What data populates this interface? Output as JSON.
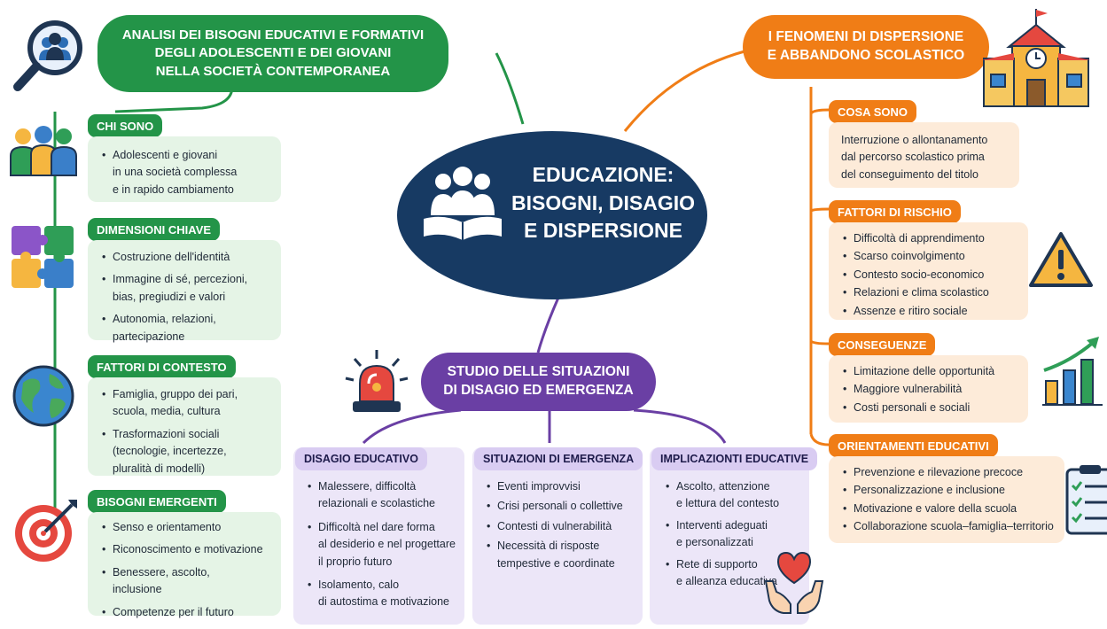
{
  "center": {
    "title": "EDUCAZIONE:\nBISOGNI, DISAGIO\nE DISPERSIONE"
  },
  "left": {
    "header": "ANALISI DEI BISOGNI EDUCATIVI E FORMATIVI\nDEGLI ADOLESCENTI E DEI GIOVANI\nNELLA SOCIETÀ CONTEMPORANEA",
    "sections": [
      {
        "title": "CHI SONO",
        "items": [
          "Adolescenti e giovani\nin una società complessa\ne in rapido cambiamento"
        ]
      },
      {
        "title": "DIMENSIONI CHIAVE",
        "items": [
          "Costruzione dell'identità",
          "Immagine di sé, percezioni,\nbias, pregiudizi e valori",
          "Autonomia, relazioni,\npartecipazione"
        ]
      },
      {
        "title": "FATTORI DI CONTESTO",
        "items": [
          "Famiglia, gruppo dei pari,\nscuola, media, cultura",
          "Trasformazioni sociali\n(tecnologie, incertezze,\npluralità di modelli)"
        ]
      },
      {
        "title": "BISOGNI EMERGENTI",
        "items": [
          "Senso e orientamento",
          "Riconoscimento e motivazione",
          "Benessere, ascolto,\ninclusione",
          "Competenze per il futuro"
        ]
      }
    ]
  },
  "right": {
    "header": "I FENOMENI DI DISPERSIONE\nE ABBANDONO SCOLASTICO",
    "sections": [
      {
        "title": "COSA SONO",
        "text": "Interruzione o allontanamento\ndal percorso scolastico prima\ndel conseguimento del titolo"
      },
      {
        "title": "FATTORI DI RISCHIO",
        "items": [
          "Difficoltà di apprendimento",
          "Scarso coinvolgimento",
          "Contesto socio-economico",
          "Relazioni e clima scolastico",
          "Assenze e ritiro sociale"
        ]
      },
      {
        "title": "CONSEGUENZE",
        "items": [
          "Limitazione delle opportunità",
          "Maggiore vulnerabilità",
          "Costi personali e sociali"
        ]
      },
      {
        "title": "ORIENTAMENTI EDUCATIVI",
        "items": [
          "Prevenzione e rilevazione precoce",
          "Personalizzazione e inclusione",
          "Motivazione e valore della scuola",
          "Collaborazione scuola–famiglia–territorio"
        ]
      }
    ]
  },
  "bottom": {
    "header": "STUDIO DELLE SITUAZIONI\nDI DISAGIO ED EMERGENZA",
    "sections": [
      {
        "title": "DISAGIO EDUCATIVO",
        "items": [
          "Malessere, difficoltà\nrelazionali e scolastiche",
          "Difficoltà nel dare forma\nal desiderio e nel progettare\nil proprio futuro",
          "Isolamento, calo\ndi autostima e motivazione"
        ]
      },
      {
        "title": "SITUAZIONI DI EMERGENZA",
        "items": [
          "Eventi improvvisi",
          "Crisi personali o collettive",
          "Contesti di vulnerabilità",
          "Necessità di risposte\ntempestive e coordinate"
        ]
      },
      {
        "title": "IMPLICAZIONTI EDUCATIVE",
        "items": [
          "Ascolto, attenzione\ne lettura del contesto",
          "Interventi adeguati\ne personalizzati",
          "Rete di supporto\ne alleanza educativa"
        ]
      }
    ]
  },
  "colors": {
    "green": "#239448",
    "orange": "#f07d16",
    "purple": "#6a3fa4",
    "navy": "#173a63"
  },
  "icons": [
    "search-people-icon",
    "people-group-icon",
    "puzzle-icon",
    "globe-icon",
    "target-icon",
    "school-building-icon",
    "warning-icon",
    "growth-chart-icon",
    "checklist-icon",
    "alarm-siren-icon",
    "heart-hands-icon",
    "reading-people-icon"
  ]
}
